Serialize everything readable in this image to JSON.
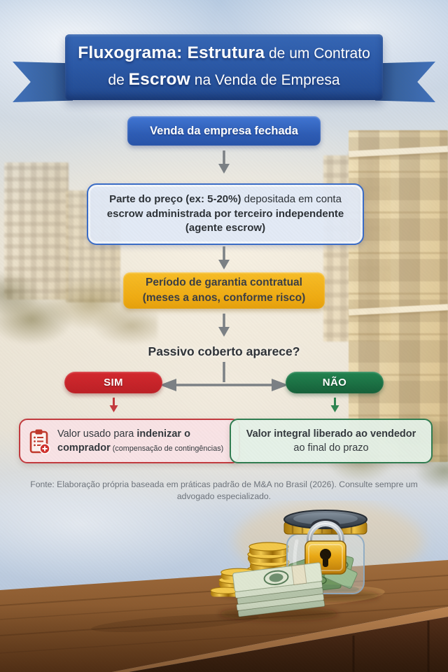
{
  "banner": {
    "line1_bold": "Fluxograma: Estrutura",
    "line1_rest": " de um Contrato",
    "line2_pre": "de ",
    "line2_bold": "Escrow",
    "line2_rest": " na Venda de Empresa"
  },
  "flow": {
    "step1": {
      "label": "Venda da empresa fechada"
    },
    "step2": {
      "line1_bold": "Parte do preço (ex: 5-20%)",
      "line1_normal": " depositada em conta",
      "line2_bold": "escrow administrada por terceiro independente",
      "line3_bold": "(agente escrow)"
    },
    "step3": {
      "line1": "Período de garantia contratual",
      "line2": "(meses a anos, conforme risco)"
    },
    "decision": {
      "question": "Passivo coberto aparece?",
      "yes_label": "SIM",
      "no_label": "NÃO"
    },
    "outcome_yes": {
      "l1_normal": "Valor usado para ",
      "l1_bold": "indenizar o",
      "l2_bold": "comprador",
      "l2_small": " (compensação de contingências)"
    },
    "outcome_no": {
      "l1_bold": "Valor integral liberado ao",
      "l2_bold": "vendedor",
      "l2_normal": " ao final do prazo"
    }
  },
  "footer": {
    "source": "Fonte: Elaboração própria baseada em práticas padrão de M&A no Brasil (2026). Consulte sempre um advogado especializado."
  },
  "icons": {
    "outcome_yes_icon": "clipboard-plus-icon",
    "flow_arrow": "down-arrow-icon",
    "branch": "branch-connector"
  },
  "colors": {
    "banner_blue": "#2a58a6",
    "node_blue": "#2f63c1",
    "node_light_blue_bg": "#e1eaf7",
    "node_blue_border": "#3a6cc6",
    "warranty_yellow": "#efab12",
    "yes_red": "#c9252b",
    "no_green": "#1d7a45",
    "outcome_yes_bg": "#f9e3e6",
    "outcome_yes_border": "#c23a3e",
    "outcome_no_bg": "#e5f1e8",
    "outcome_no_border": "#2f7c50",
    "arrow_gray": "#7b8085",
    "text_dark": "#2e3237",
    "footer_gray": "#6d737b"
  }
}
